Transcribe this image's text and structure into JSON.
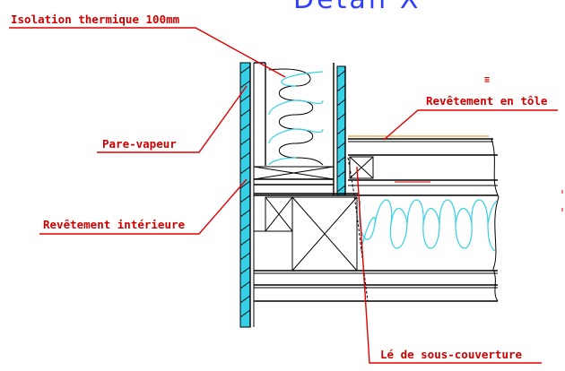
{
  "title": "Detail X",
  "labels": {
    "insulation": "Isolation thermique 100mm",
    "vapour_barrier": "Pare-vapeur",
    "interior_cladding": "Revêtement intérieure",
    "metal_cladding": "Revêtement en tôle",
    "underlay": "Lé de sous-couverture"
  },
  "colors": {
    "label_text": "#d00000",
    "leader_line": "#e00000",
    "title_text": "#2f3fff",
    "cladding_fill": "#35d0e6",
    "insulation_stroke": "#35d0e6",
    "lines": "#000000"
  }
}
